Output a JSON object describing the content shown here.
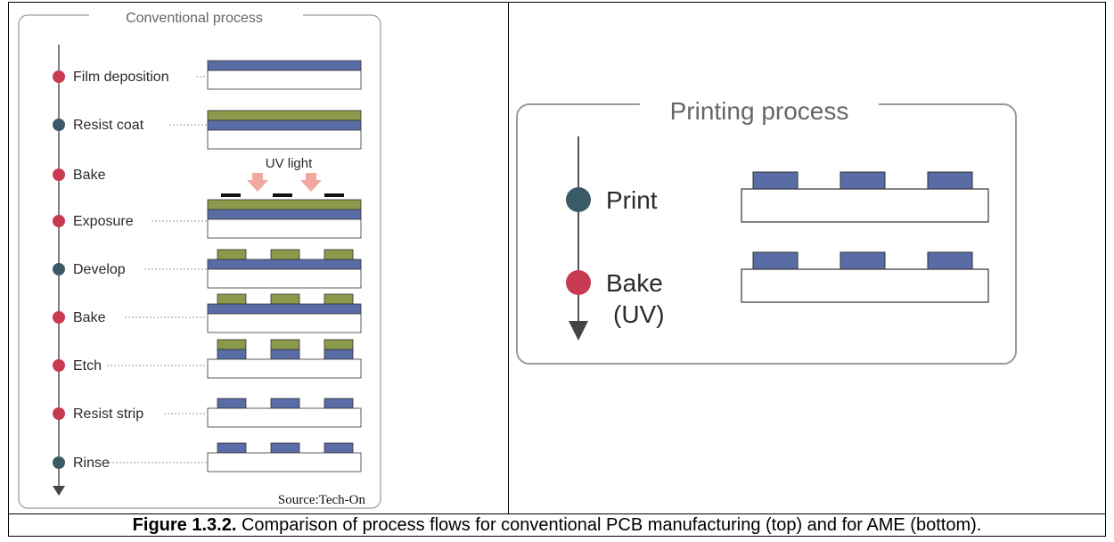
{
  "conventional": {
    "title": "Conventional process",
    "steps": [
      {
        "label": "Film deposition",
        "dot": "#c83a52"
      },
      {
        "label": "Resist coat",
        "dot": "#3a5a66"
      },
      {
        "label": "Bake",
        "dot": "#c83a52"
      },
      {
        "label": "Exposure",
        "dot": "#c83a52"
      },
      {
        "label": "Develop",
        "dot": "#3a5a66"
      },
      {
        "label": "Bake",
        "dot": "#c83a52"
      },
      {
        "label": "Etch",
        "dot": "#c83a52"
      },
      {
        "label": "Resist strip",
        "dot": "#c83a52"
      },
      {
        "label": "Rinse",
        "dot": "#3a5a66"
      }
    ],
    "uv_label": "UV light",
    "source": "Source:Tech-On"
  },
  "printing": {
    "title": "Printing process",
    "steps": [
      {
        "label": "Print",
        "dot": "#3a5a66"
      },
      {
        "label": "Bake",
        "dot": "#c83a52"
      }
    ],
    "bake_sub": "(UV)"
  },
  "colors": {
    "film": "#5a6ca6",
    "resist": "#8a9a4a",
    "arrow": "#f0a8a0",
    "red_dot": "#c83a52",
    "teal_dot": "#3a5a66"
  },
  "caption": {
    "bold": "Figure 1.3.2.",
    "text": " Comparison of process flows for conventional PCB manufacturing (top) and for AME (bottom)."
  }
}
